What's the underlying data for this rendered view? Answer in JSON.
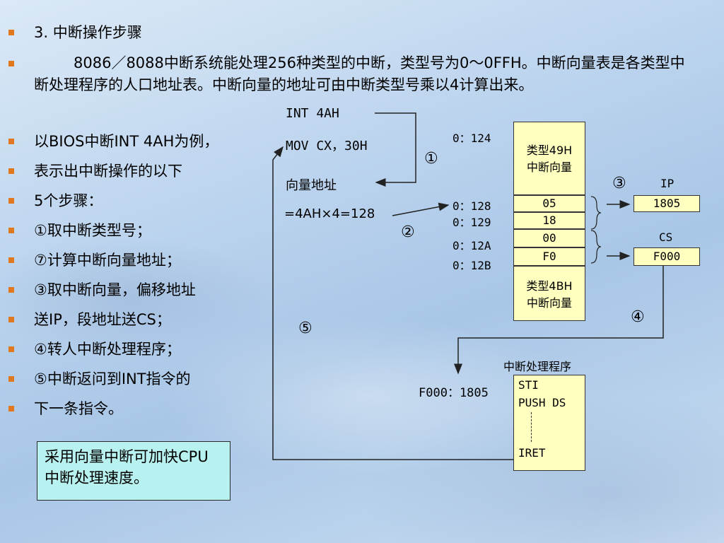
{
  "bullets": [
    "3. 中断操作步骤",
    "8086／8088中断系统能处理256种类型的中断，类型号为0～0FFH。中断向量表是各类型中断处理程序的人口地址表。中断向量的地址可由中断类型号乘以4计算出来。",
    "以BIOS中断INT 4AH为例，",
    "表示出中断操作的以下",
    "5个步骤：",
    "①取中断类型号；",
    "⑦计算中断向量地址；",
    "③取中断向量，偏移地址",
    "送IP，段地址送CS；",
    "④转人中断处理程序；",
    "⑤中断返问到INT指令的",
    "下一条指令。"
  ],
  "note": "采用向量中断可加快CPU中断处理速度。",
  "diagram": {
    "code_line1": "INT   4AH",
    "code_line2": "MOV  CX，30H",
    "vector_addr_label": "向量地址",
    "vector_calc": "=4AH×4=128",
    "addr_124": "0：124",
    "addr_128": "0：128",
    "addr_129": "0：129",
    "addr_12A": "0：12A",
    "addr_12B": "0：12B",
    "type49_line1": "类型49H",
    "type49_line2": "中断向量",
    "cell_05": "05",
    "cell_18": "18",
    "cell_00": "00",
    "cell_F0": "F0",
    "type4B_line1": "类型4BH",
    "type4B_line2": "中断向量",
    "step1": "①",
    "step2": "②",
    "step3": "③",
    "step4": "④",
    "step5": "⑤",
    "ip_label": "IP",
    "ip_value": "1805",
    "cs_label": "CS",
    "cs_value": "F000",
    "handler_title": "中断处理程序",
    "handler_addr": "F000：1805",
    "handler_line1": "STI",
    "handler_line2": "PUSH  DS",
    "handler_line3": "IRET"
  },
  "colors": {
    "bullet_mark": "#e07820",
    "cell_fill": "#ffffc0",
    "note_fill": "#b8f2f0"
  }
}
